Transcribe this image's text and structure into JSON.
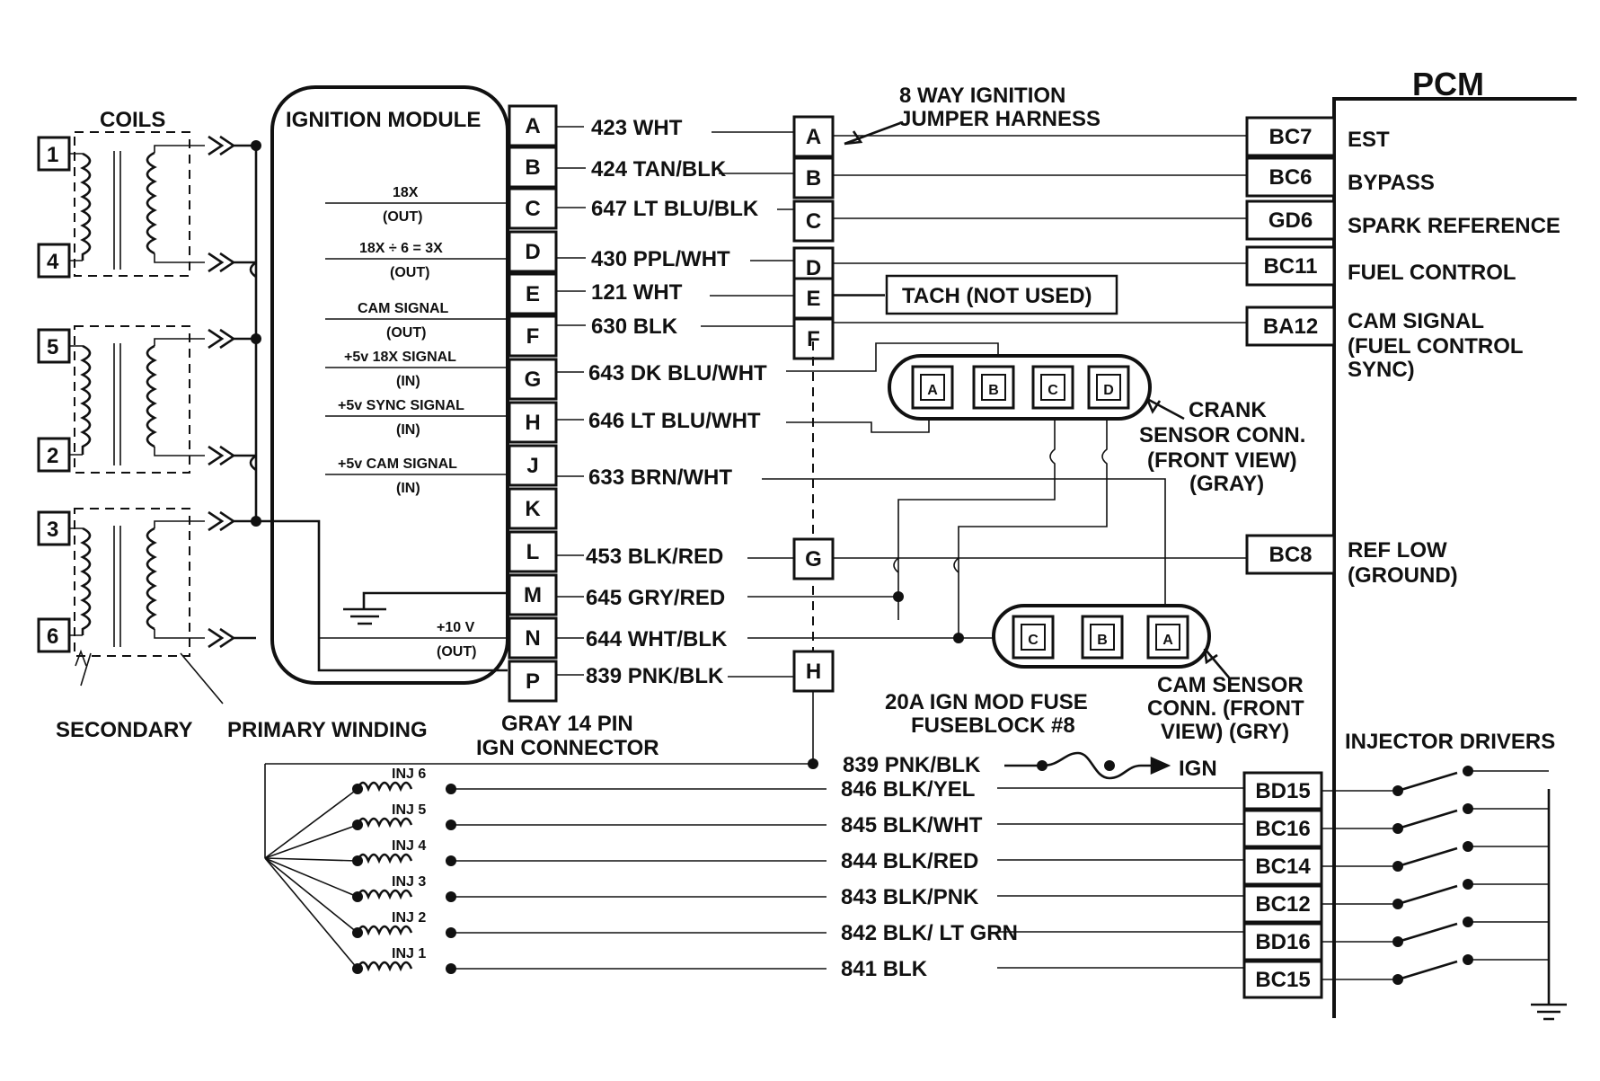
{
  "coils": {
    "title": "COILS",
    "numbers": [
      "1",
      "4",
      "5",
      "2",
      "3",
      "6"
    ],
    "secondary_label": "SECONDARY",
    "primary_label": "PRIMARY WINDING"
  },
  "ignition_module": {
    "title": "IGNITION MODULE",
    "signals": [
      {
        "name": "18X",
        "dir": "(OUT)"
      },
      {
        "name": "18X ÷ 6 = 3X",
        "dir": "(OUT)"
      },
      {
        "name": "CAM SIGNAL",
        "dir": "(OUT)"
      },
      {
        "name": "+5v 18X SIGNAL",
        "dir": "(IN)"
      },
      {
        "name": "+5v SYNC SIGNAL",
        "dir": "(IN)"
      },
      {
        "name": "+5v CAM SIGNAL",
        "dir": "(IN)"
      },
      {
        "name": "+10 V",
        "dir": "(OUT)"
      }
    ],
    "pins": [
      "A",
      "B",
      "C",
      "D",
      "E",
      "F",
      "G",
      "H",
      "J",
      "K",
      "L",
      "M",
      "N",
      "P"
    ],
    "connector_label": [
      "GRAY 14 PIN",
      "IGN CONNECTOR"
    ]
  },
  "wires": [
    "423 WHT",
    "424 TAN/BLK",
    "647 LT BLU/BLK",
    "430 PPL/WHT",
    "121 WHT",
    "630 BLK",
    "643 DK BLU/WHT",
    "646 LT BLU/WHT",
    "633 BRN/WHT",
    "453 BLK/RED",
    "645 GRY/RED",
    "644 WHT/BLK",
    "839 PNK/BLK"
  ],
  "jumper": {
    "title": [
      "8 WAY IGNITION",
      "JUMPER HARNESS"
    ],
    "pins": [
      "A",
      "B",
      "C",
      "D",
      "E",
      "F",
      "G",
      "H"
    ]
  },
  "tach_label": "TACH (NOT USED)",
  "crank_sensor": {
    "pins": [
      "A",
      "B",
      "C",
      "D"
    ],
    "label": [
      "CRANK",
      "SENSOR CONN.",
      "(FRONT VIEW)",
      "(GRAY)"
    ]
  },
  "cam_sensor": {
    "pins": [
      "C",
      "B",
      "A"
    ],
    "label": [
      "CAM SENSOR",
      "CONN. (FRONT",
      "VIEW) (GRY)"
    ]
  },
  "fuse_label": [
    "20A IGN MOD FUSE",
    "FUSEBLOCK #8"
  ],
  "pcm": {
    "title": "PCM",
    "terminals": [
      {
        "pin": "BC7",
        "label": [
          "EST"
        ]
      },
      {
        "pin": "BC6",
        "label": [
          "BYPASS"
        ]
      },
      {
        "pin": "GD6",
        "label": [
          "SPARK REFERENCE"
        ]
      },
      {
        "pin": "BC11",
        "label": [
          "FUEL CONTROL"
        ]
      },
      {
        "pin": "BA12",
        "label": [
          "CAM SIGNAL",
          "(FUEL CONTROL",
          "SYNC)"
        ]
      },
      {
        "pin": "BC8",
        "label": [
          "REF LOW",
          "(GROUND)"
        ]
      }
    ],
    "injector_drivers_label": "INJECTOR DRIVERS",
    "injector_pins": [
      "BD15",
      "BC16",
      "BC14",
      "BC12",
      "BD16",
      "BC15"
    ]
  },
  "ign_feed": {
    "wire": "839 PNK/BLK",
    "label": "IGN"
  },
  "injectors": {
    "labels": [
      "INJ 6",
      "INJ 5",
      "INJ 4",
      "INJ 3",
      "INJ 2",
      "INJ 1"
    ],
    "wires": [
      "846 BLK/YEL",
      "845 BLK/WHT",
      "844 BLK/RED",
      "843 BLK/PNK",
      "842 BLK/ LT GRN",
      "841 BLK"
    ]
  }
}
